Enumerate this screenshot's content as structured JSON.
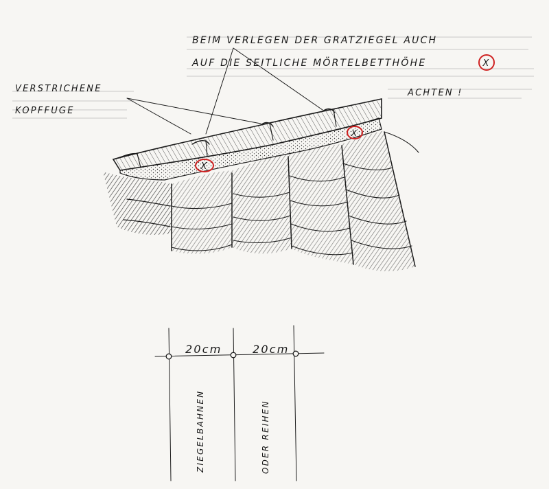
{
  "note": {
    "line1": "BEIM VERLEGEN DER GRATZIEGEL AUCH",
    "line2": "AUF DIE SEITLICHE MÖRTELBETTHÖHE",
    "marker": "X",
    "line3": "ACHTEN !"
  },
  "label_joint": {
    "line1": "VERSTRICHENE",
    "line2": "KOPFFUGE"
  },
  "mortar_markers": [
    "X",
    "X"
  ],
  "spacing": {
    "dim1": "20cm",
    "dim2": "20cm",
    "label1": "ZIEGELBAHNEN",
    "label2": "ODER REIHEN"
  },
  "colors": {
    "ink": "#1b1b1b",
    "marker": "#cf2020",
    "paper": "#f7f6f3"
  }
}
